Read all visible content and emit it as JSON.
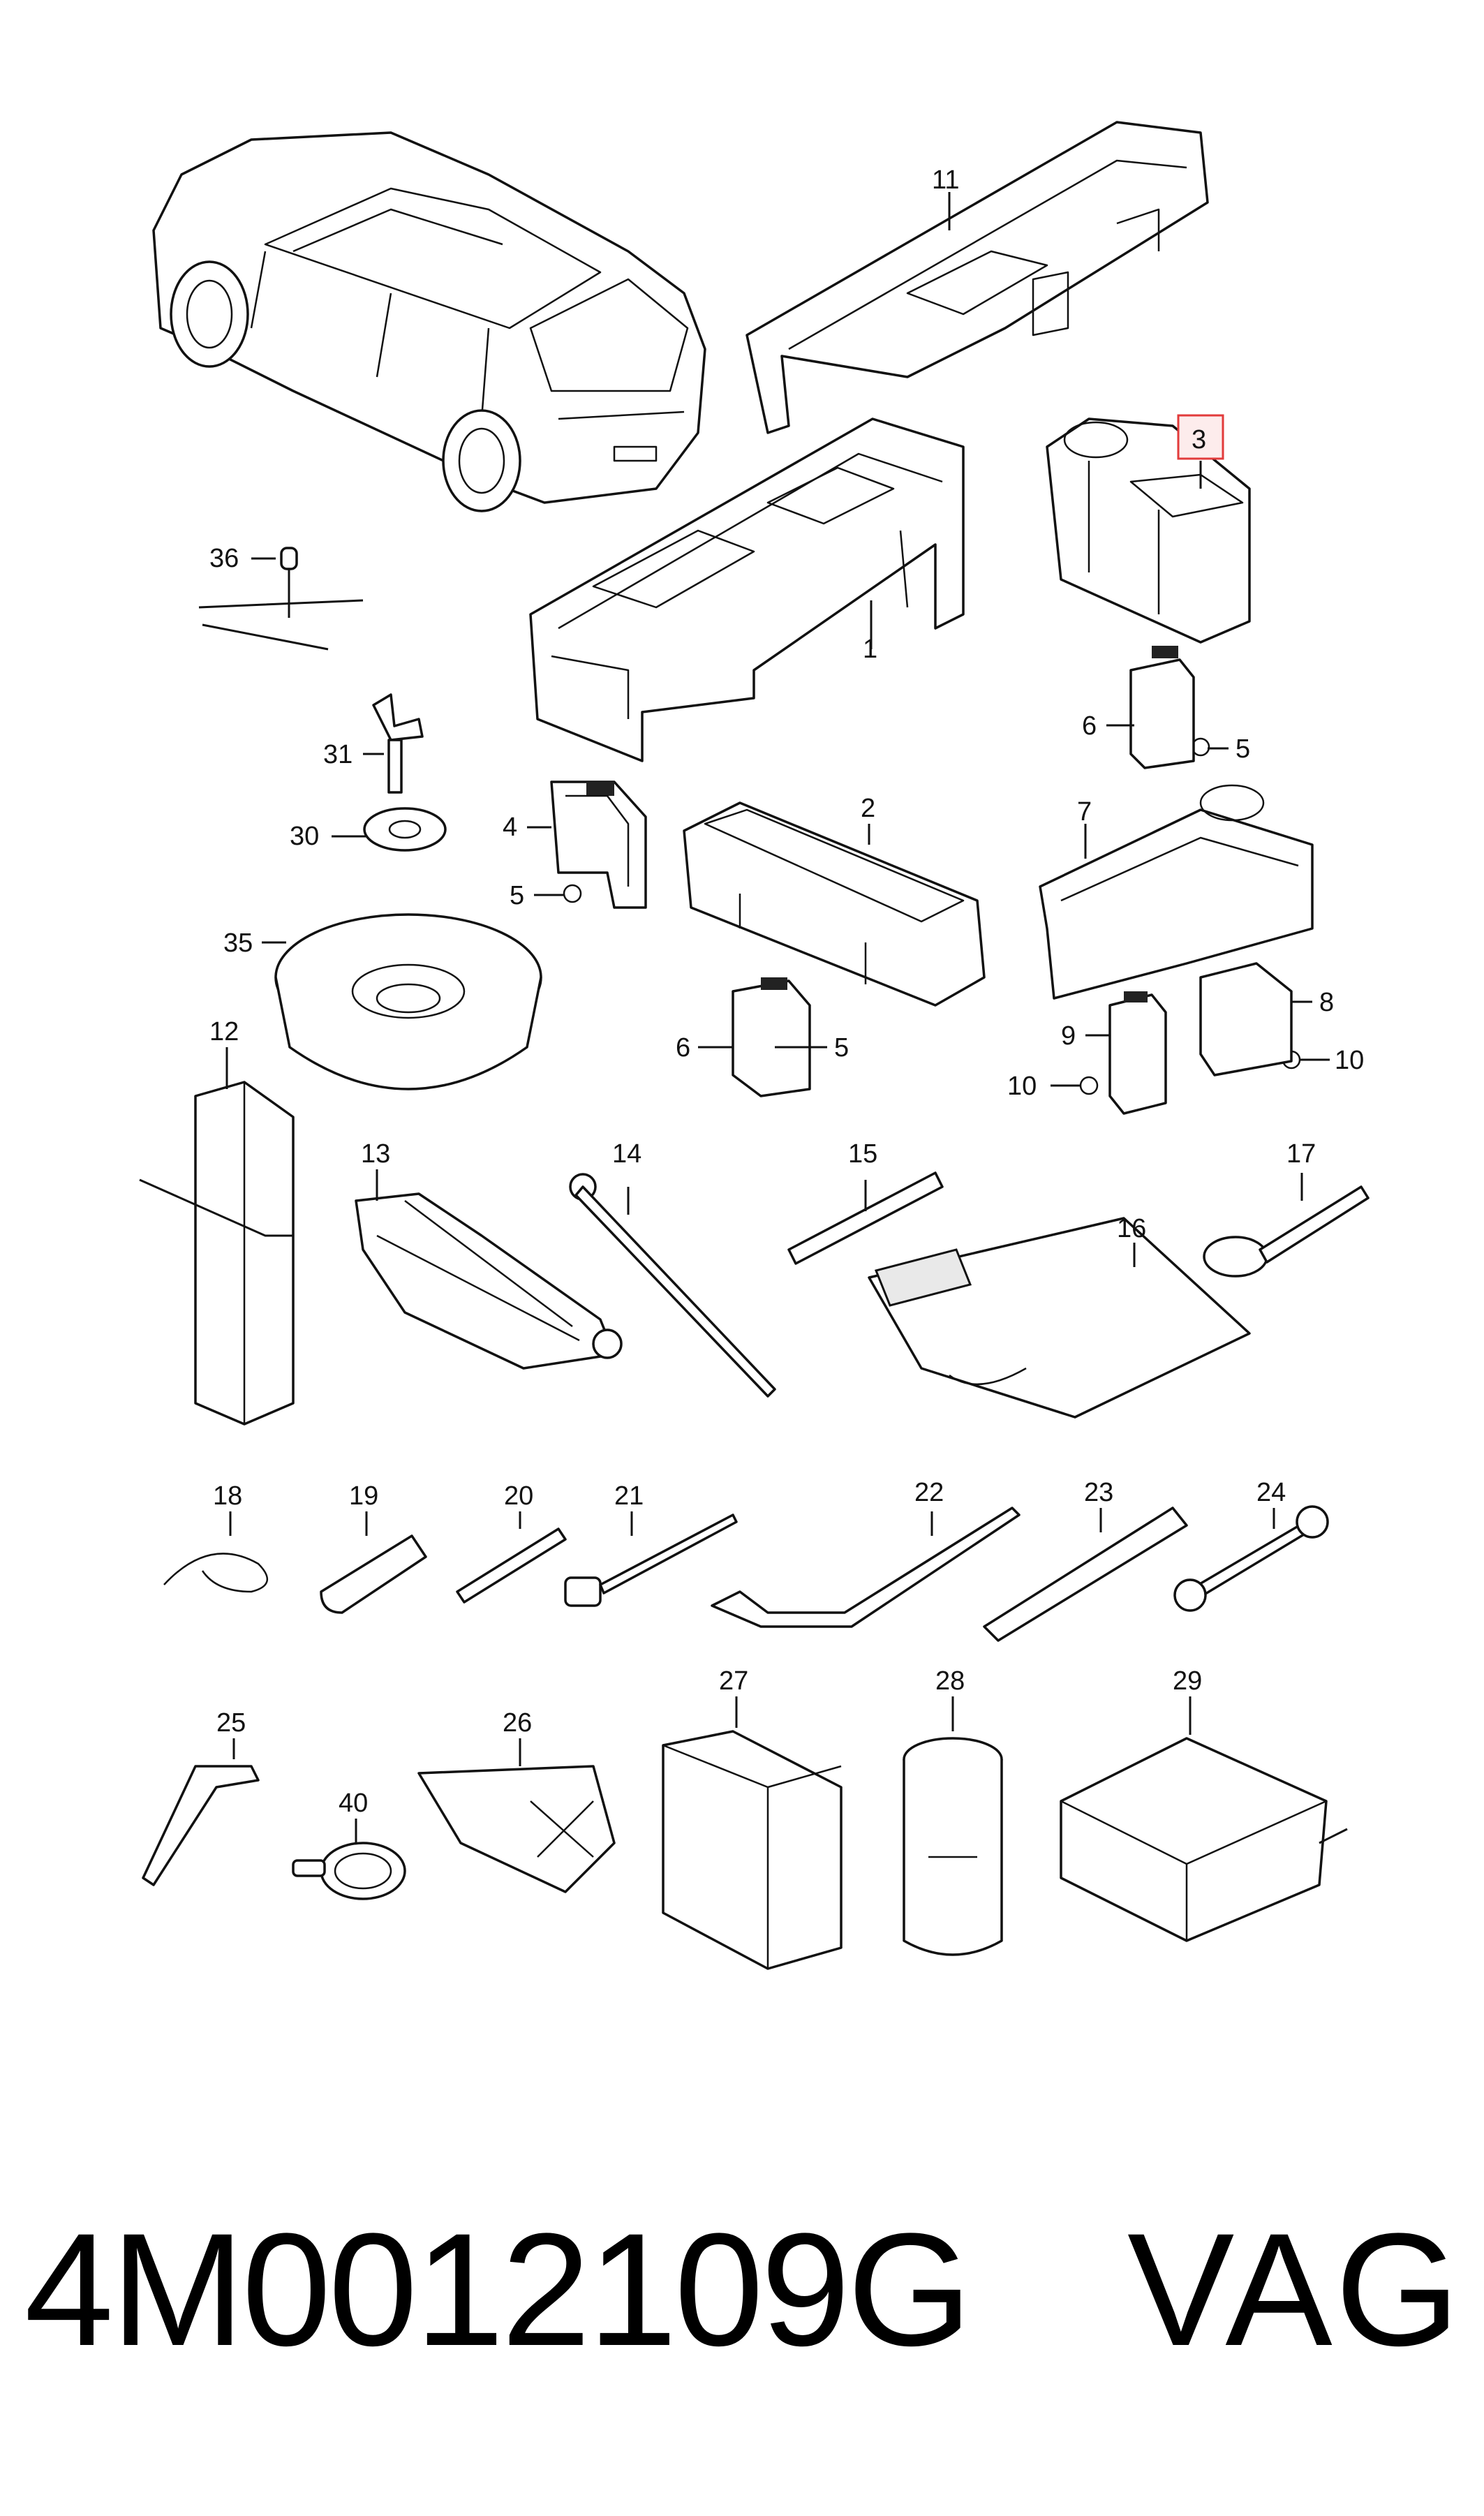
{
  "callouts": {
    "c1": "1",
    "c2": "2",
    "c3": "3",
    "c4": "4",
    "c5a": "5",
    "c5b": "5",
    "c5c": "5",
    "c6a": "6",
    "c6b": "6",
    "c7": "7",
    "c8": "8",
    "c9": "9",
    "c10a": "10",
    "c10b": "10",
    "c11": "11",
    "c12": "12",
    "c13": "13",
    "c14": "14",
    "c15": "15",
    "c16": "16",
    "c17": "17",
    "c18": "18",
    "c19": "19",
    "c20": "20",
    "c21": "21",
    "c22": "22",
    "c23": "23",
    "c24": "24",
    "c25": "25",
    "c26": "26",
    "c27": "27",
    "c28": "28",
    "c29": "29",
    "c30": "30",
    "c31": "31",
    "c35": "35",
    "c36": "36",
    "c40": "40"
  },
  "highlight_color": "#e23b3b",
  "footer": {
    "part_number": "4M0012109G",
    "brand": "VAG"
  }
}
